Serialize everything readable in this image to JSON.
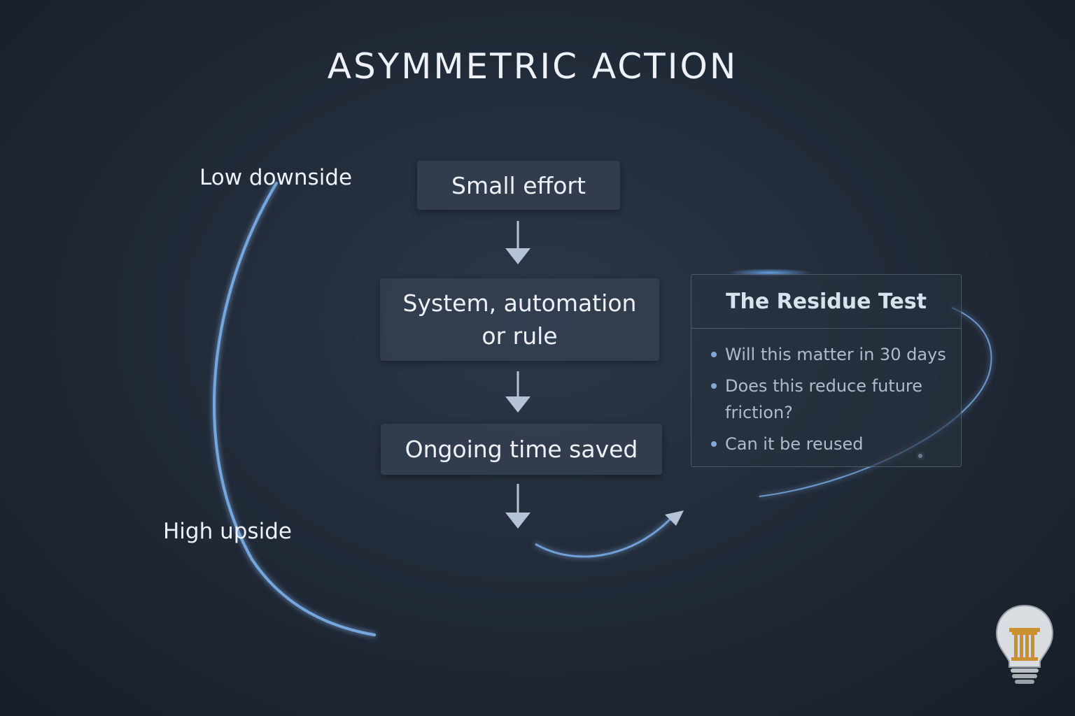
{
  "title": "ASYMMETRIC ACTION",
  "labels": {
    "low": "Low downside",
    "high": "High upside"
  },
  "flow": [
    {
      "label": "Small effort"
    },
    {
      "label": "System, automation or rule"
    },
    {
      "label": "Ongoing time saved"
    }
  ],
  "residue": {
    "title": "The Residue Test",
    "items": [
      "Will this matter in 30 days",
      "Does this reduce future friction?",
      "Can it be reused"
    ]
  },
  "colors": {
    "accent": "#7fb4f0",
    "arrow": "#b4c3d6",
    "logo_bulb": "#c9cdd2",
    "logo_column": "#c8902e"
  },
  "icons": {
    "logo": "lightbulb-column-icon"
  }
}
